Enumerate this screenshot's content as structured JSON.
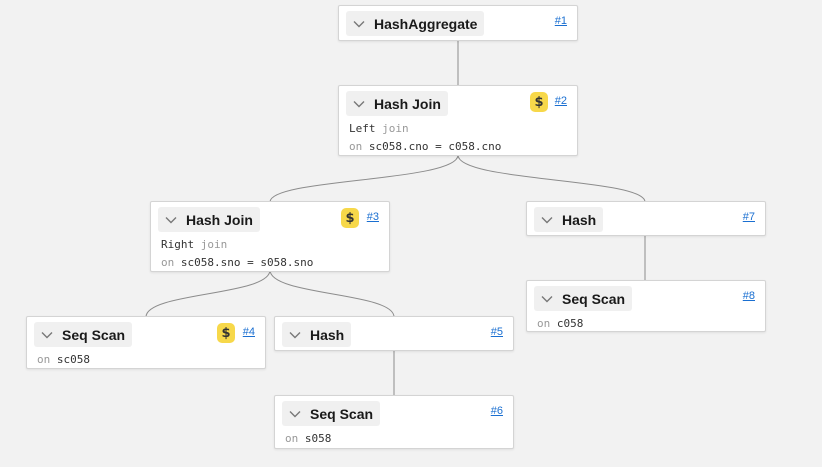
{
  "colors": {
    "cost_badge": "#f7d84a",
    "link": "#1a6fd1",
    "edge": "#8c8c8c",
    "background": "#f2f2f2"
  },
  "icons": {
    "collapse": "chevron-down-icon",
    "cost": "dollar-icon"
  },
  "nodes": {
    "n1": {
      "title": "HashAggregate",
      "link": "#1"
    },
    "n2": {
      "title": "Hash Join",
      "link": "#2",
      "cost": "$",
      "join_type": "Left",
      "join_kw": "join",
      "on_kw": "on",
      "cond": "sc058.cno = c058.cno"
    },
    "n3": {
      "title": "Hash Join",
      "link": "#3",
      "cost": "$",
      "join_type": "Right",
      "join_kw": "join",
      "on_kw": "on",
      "cond": "sc058.sno = s058.sno"
    },
    "n4": {
      "title": "Seq Scan",
      "link": "#4",
      "cost": "$",
      "on_kw": "on",
      "relation": "sc058"
    },
    "n5": {
      "title": "Hash",
      "link": "#5"
    },
    "n6": {
      "title": "Seq Scan",
      "link": "#6",
      "on_kw": "on",
      "relation": "s058"
    },
    "n7": {
      "title": "Hash",
      "link": "#7"
    },
    "n8": {
      "title": "Seq Scan",
      "link": "#8",
      "on_kw": "on",
      "relation": "c058"
    }
  }
}
